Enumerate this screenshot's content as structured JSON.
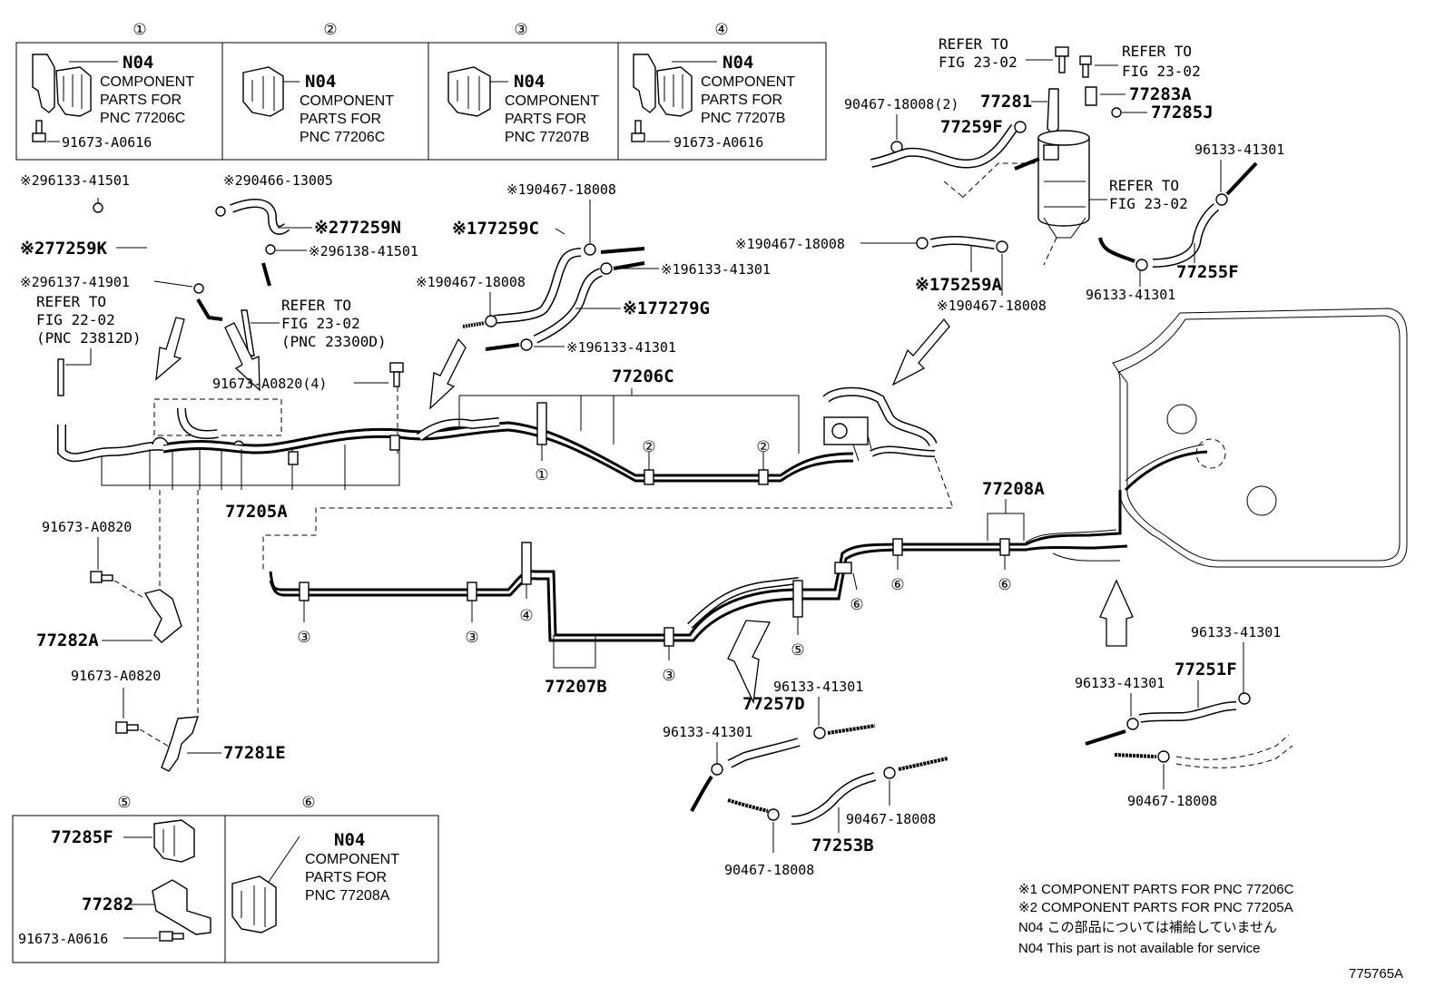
{
  "boxes": {
    "b1": {
      "num": "①",
      "code": "N04",
      "desc": [
        "COMPONENT",
        "PARTS FOR",
        "PNC 77206C"
      ],
      "bolt": "91673-A0616"
    },
    "b2": {
      "num": "②",
      "code": "N04",
      "desc": [
        "COMPONENT",
        "PARTS FOR",
        "PNC 77206C"
      ]
    },
    "b3": {
      "num": "③",
      "code": "N04",
      "desc": [
        "COMPONENT",
        "PARTS FOR",
        "PNC 77207B"
      ]
    },
    "b4": {
      "num": "④",
      "code": "N04",
      "desc": [
        "COMPONENT",
        "PARTS FOR",
        "PNC 77207B"
      ],
      "bolt": "91673-A0616"
    },
    "b5": {
      "num": "⑤",
      "p1": "77285F",
      "p2": "77282",
      "bolt": "91673-A0616"
    },
    "b6": {
      "num": "⑥",
      "code": "N04",
      "desc": [
        "COMPONENT",
        "PARTS FOR",
        "PNC 77208A"
      ]
    }
  },
  "labels": {
    "l_96133_41501": "※296133-41501",
    "l_90466_13005": "※290466-13005",
    "l_77259N": "※277259N",
    "l_96138_41501": "※296138-41501",
    "l_77259K": "※277259K",
    "l_96137_41901": "※296137-41901",
    "ref_22_02": [
      "REFER TO",
      "FIG 22-02",
      "(PNC 23812D)"
    ],
    "ref_23_02a": [
      "REFER TO",
      "FIG 23-02",
      "(PNC 23300D)"
    ],
    "l_91673_A0820_4": "91673-A0820(4)",
    "l_77205A": "77205A",
    "l_90467_18008_c1": "※190467-18008",
    "l_77259C": "※177259C",
    "l_90467_18008_c2": "※190467-18008",
    "l_96133_41301_c1": "※196133-41301",
    "l_77279G": "※177279G",
    "l_96133_41301_c2": "※196133-41301",
    "l_77206C": "77206C",
    "ref_top1": [
      "REFER TO",
      "FIG 23-02"
    ],
    "ref_top2": [
      "REFER TO",
      "FIG 23-02"
    ],
    "l_90467_18008_2": "90467-18008(2)",
    "l_77281": "77281",
    "l_77283A": "77283A",
    "l_77285J": "77285J",
    "l_77259F": "77259F",
    "ref_top3": [
      "REFER TO",
      "FIG 23-02"
    ],
    "l_96133_41301_r1": "96133-41301",
    "l_90467_18008_r1": "※190467-18008",
    "l_75259A": "※175259A",
    "l_90467_18008_r2": "※190467-18008",
    "l_77255F": "77255F",
    "l_96133_41301_r2": "96133-41301",
    "l_91673_A0820_a": "91673-A0820",
    "l_77282A": "77282A",
    "l_91673_A0820_b": "91673-A0820",
    "l_77281E": "77281E",
    "l_77207B": "77207B",
    "l_77208A": "77208A",
    "l_77257D": "77257D",
    "l_96133_41301_m1": "96133-41301",
    "l_96133_41301_m2": "96133-41301",
    "l_90467_18008_m1": "90467-18008",
    "l_77253B": "77253B",
    "l_90467_18008_m2": "90467-18008",
    "l_96133_41301_br1": "96133-41301",
    "l_77251F": "77251F",
    "l_96133_41301_br2": "96133-41301",
    "l_90467_18008_br": "90467-18008"
  },
  "callouts": {
    "c1": "①",
    "c2a": "②",
    "c2b": "②",
    "c3a": "③",
    "c3b": "③",
    "c3c": "③",
    "c4": "④",
    "c5": "⑤",
    "c6a": "⑥",
    "c6b": "⑥",
    "c6c": "⑥"
  },
  "notes": [
    "※1 COMPONENT PARTS FOR PNC 77206C",
    "※2 COMPONENT PARTS FOR PNC 77205A",
    "N04 この部品については補給していません",
    "N04 This part is not available for service"
  ],
  "figure_id": "775765A"
}
